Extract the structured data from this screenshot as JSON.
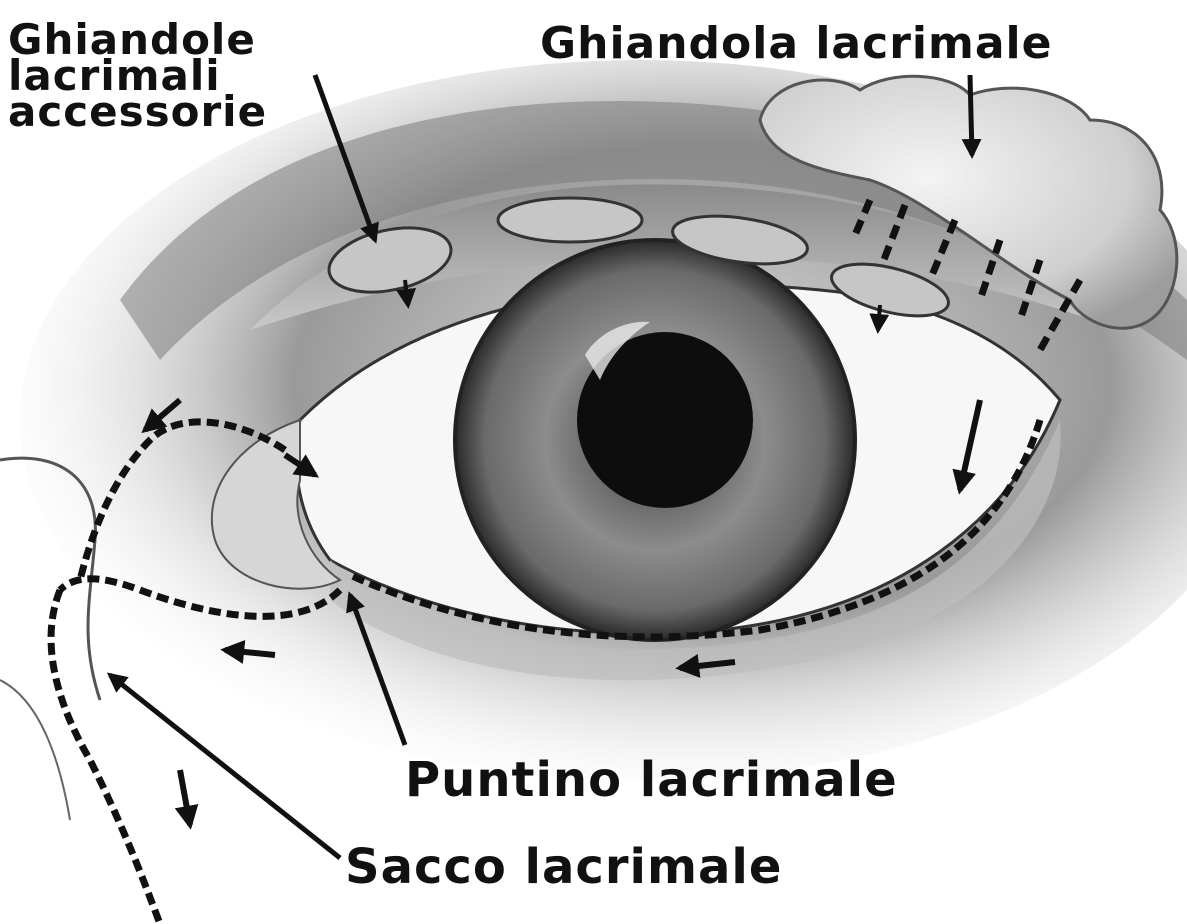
{
  "labels": {
    "accessory_glands": [
      "Ghiandole",
      "lacrimali",
      "accessorie"
    ],
    "lacrimal_gland": "Ghiandola lacrimale",
    "lacrimal_punctum": "Puntino lacrimale",
    "lacrimal_sac": "Sacco lacrimale"
  },
  "colors": {
    "ink": "#111111",
    "skin_shadow": "#6b6b6b",
    "iris": "#7a7a7a",
    "pupil": "#0d0d0d",
    "sclera": "#f7f7f7",
    "background": "#ffffff"
  }
}
